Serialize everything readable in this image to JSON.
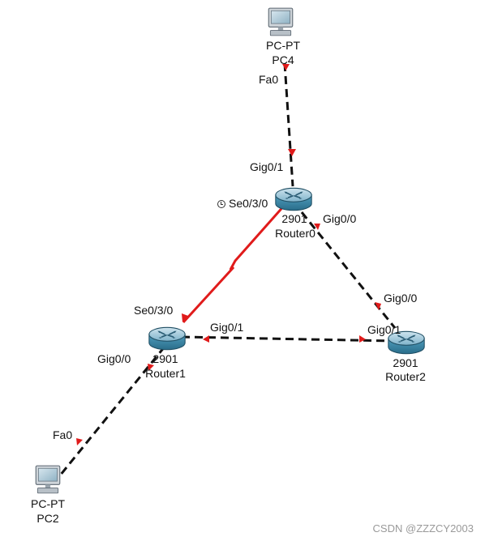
{
  "devices": [
    {
      "id": "pc4",
      "model": "PC-PT",
      "name": "PC4",
      "type": "pc"
    },
    {
      "id": "router0",
      "model": "2901",
      "name": "Router0",
      "type": "router"
    },
    {
      "id": "router1",
      "model": "2901",
      "name": "Router1",
      "type": "router"
    },
    {
      "id": "router2",
      "model": "2901",
      "name": "Router2",
      "type": "router"
    },
    {
      "id": "pc2",
      "model": "PC-PT",
      "name": "PC2",
      "type": "pc"
    }
  ],
  "links": [
    {
      "from": "pc4",
      "to": "router0",
      "from_port": "Fa0",
      "to_port": "Gig0/1",
      "kind": "copper"
    },
    {
      "from": "router0",
      "to": "router2",
      "from_port": "Gig0/0",
      "to_port": "Gig0/0",
      "kind": "copper"
    },
    {
      "from": "router1",
      "to": "router2",
      "from_port": "Gig0/1",
      "to_port": "Gig0/1",
      "kind": "copper"
    },
    {
      "from": "router0",
      "to": "router1",
      "from_port": "Se0/3/0",
      "to_port": "Se0/3/0",
      "kind": "serial-dce"
    },
    {
      "from": "router1",
      "to": "pc2",
      "from_port": "Gig0/0",
      "to_port": "Fa0",
      "kind": "copper"
    }
  ],
  "colors": {
    "serial_link": "#e01b1b",
    "copper_link": "#111111",
    "port_indicator": "#e01b1b",
    "router_body": "#3f8fb0"
  },
  "watermark": "CSDN @ZZZCY2003"
}
